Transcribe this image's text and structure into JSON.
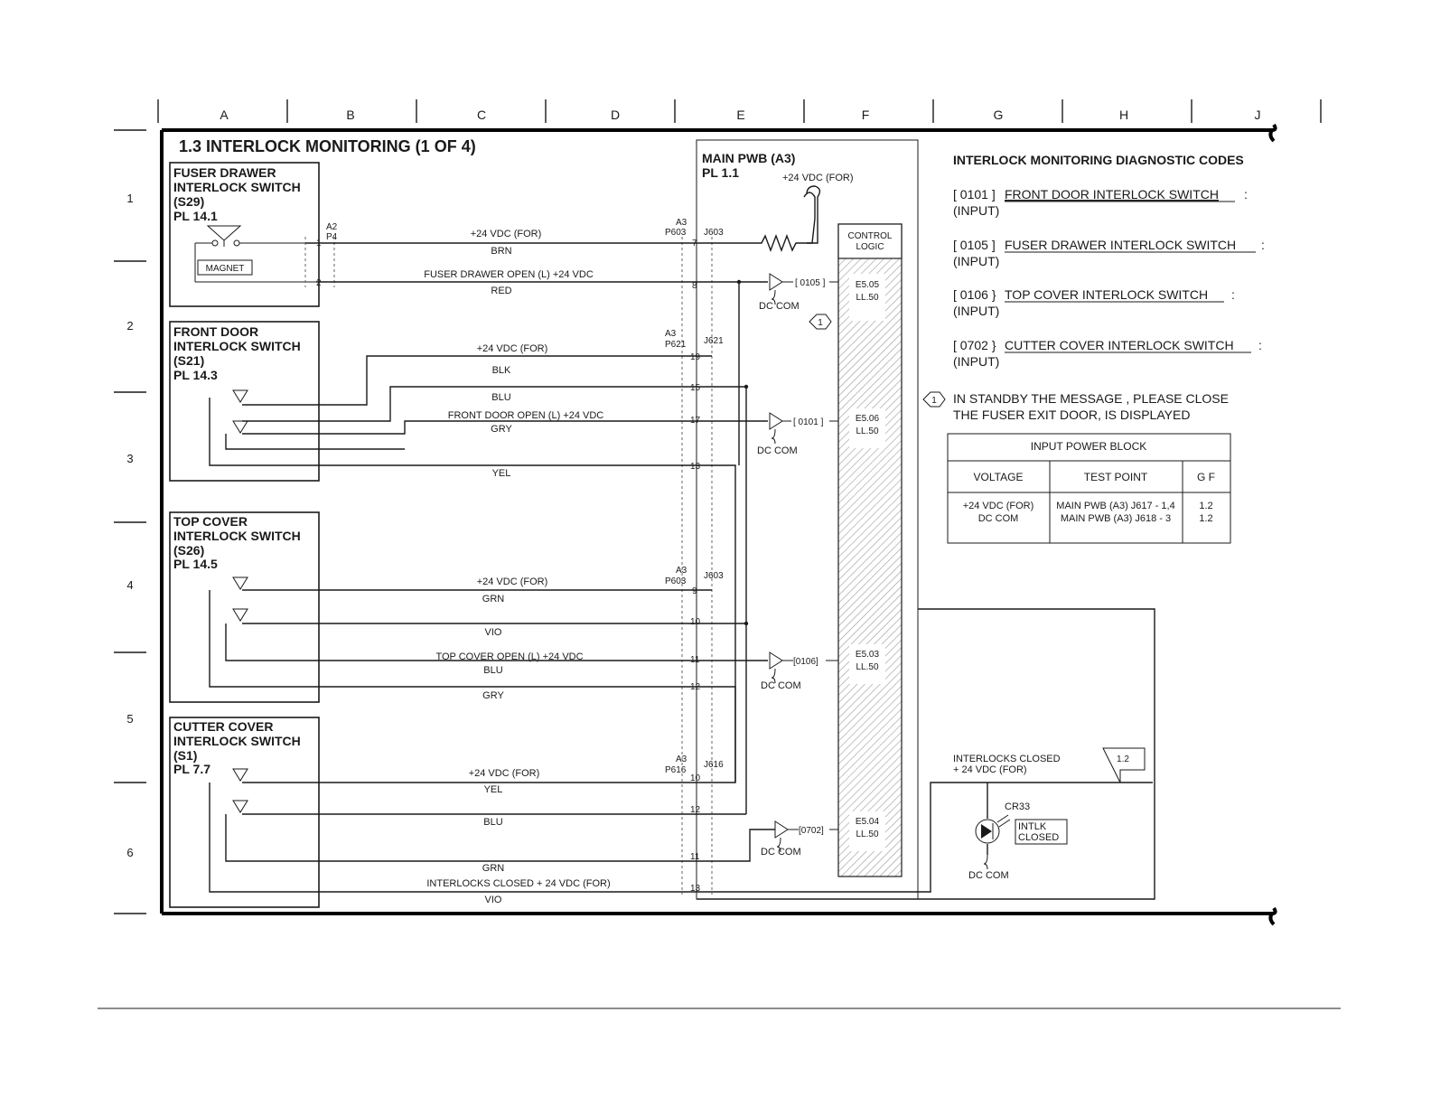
{
  "title": "1.3 INTERLOCK MONITORING (1 OF 4)",
  "columns": [
    "A",
    "B",
    "C",
    "D",
    "E",
    "F",
    "G",
    "H",
    "J"
  ],
  "rows": [
    "1",
    "2",
    "3",
    "4",
    "5",
    "6"
  ],
  "switches": [
    {
      "name": "FUSER DRAWER",
      "name2": "INTERLOCK SWITCH",
      "ref": "(S29)",
      "pl": "PL 14.1",
      "extra": "MAGNET"
    },
    {
      "name": "FRONT DOOR",
      "name2": "INTERLOCK SWITCH",
      "ref": "(S21)",
      "pl": "PL 14.3"
    },
    {
      "name": "TOP COVER",
      "name2": "INTERLOCK SWITCH",
      "ref": "(S26)",
      "pl": "PL 14.5"
    },
    {
      "name": "CUTTER COVER",
      "name2": "INTERLOCK SWITCH",
      "ref": "(S1)",
      "pl": "PL 7.7"
    }
  ],
  "pwb": {
    "title": "MAIN PWB (A3)",
    "pl": "PL 1.1",
    "supply": "+24 VDC (FOR)",
    "control": [
      "CONTROL",
      "LOGIC"
    ],
    "dccom": "DC COM",
    "note_marker": "1"
  },
  "connectors": {
    "a2": "A2",
    "p4": "P4",
    "a3": "A3",
    "p603": "P603",
    "j603": "J603",
    "p621": "P621",
    "j621": "J621",
    "p616": "P616",
    "j616": "J616"
  },
  "pins": [
    "1",
    "2",
    "7",
    "8",
    "19",
    "15",
    "17",
    "13",
    "9",
    "10",
    "11",
    "12",
    "10",
    "12",
    "11",
    "13"
  ],
  "wires": {
    "v24": "+24 VDC (FOR)",
    "brn": "BRN",
    "fuser_open": "FUSER DRAWER OPEN (L) +24 VDC",
    "red": "RED",
    "blk": "BLK",
    "blu": "BLU",
    "front_open": "FRONT DOOR OPEN (L) +24 VDC",
    "gry": "GRY",
    "yel": "YEL",
    "grn": "GRN",
    "vio": "VIO",
    "top_open": "TOP COVER OPEN (L) +24 VDC",
    "il_closed": "INTERLOCKS CLOSED + 24 VDC (FOR)"
  },
  "codes": {
    "c0105": "[ 0105 ]",
    "c0101": "[ 0101 ]",
    "c0106": "[0106]",
    "c0702": "[0702]",
    "e505": "E5.05",
    "e506": "E5.06",
    "e503": "E5.03",
    "e504": "E5.04",
    "ll": "LL.50"
  },
  "diag": {
    "heading": "INTERLOCK MONITORING  DIAGNOSTIC CODES",
    "items": [
      {
        "code": "[ 0101 ]",
        "name": "FRONT DOOR INTERLOCK SWITCH",
        "sep": ":",
        "type": "(INPUT)"
      },
      {
        "code": "[ 0105 ]",
        "name": "FUSER DRAWER INTERLOCK SWITCH",
        "sep": ":",
        "type": "(INPUT)"
      },
      {
        "code": "[ 0106 }",
        "name": "TOP COVER INTERLOCK SWITCH",
        "sep": ":",
        "type": "(INPUT)"
      },
      {
        "code": "[ 0702 }",
        "name": "CUTTER COVER INTERLOCK SWITCH",
        "sep": ":",
        "type": "(INPUT)"
      }
    ],
    "note1": "IN STANDBY THE MESSAGE , PLEASE CLOSE",
    "note2": "THE FUSER EXIT DOOR, IS DISPLAYED"
  },
  "table": {
    "title": "INPUT POWER BLOCK",
    "headers": [
      "VOLTAGE",
      "TEST POINT",
      "G F"
    ],
    "rows": [
      [
        "+24 VDC (FOR)",
        "MAIN PWB (A3) J617 - 1,4",
        "1.2"
      ],
      [
        "DC COM",
        "MAIN PWB (A3) J618 - 3",
        "1.2"
      ]
    ]
  },
  "led": {
    "label1": "INTERLOCKS CLOSED",
    "label2": "+ 24 VDC (FOR)",
    "ref": "CR33",
    "tag1": "INTLK",
    "tag2": "CLOSED",
    "dccom": "DC COM",
    "flag": "1.2"
  }
}
